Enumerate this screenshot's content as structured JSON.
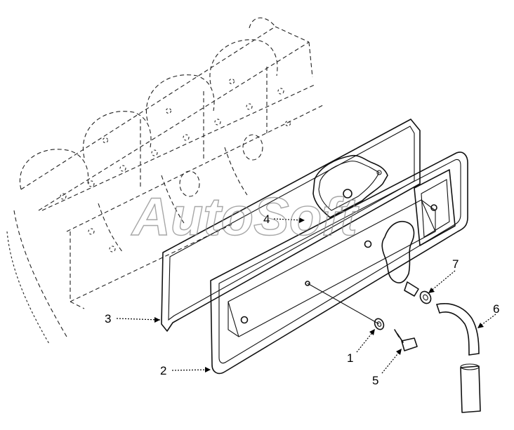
{
  "watermark": {
    "text": "AutoSoft"
  },
  "callouts": [
    {
      "id": "1",
      "label": "1"
    },
    {
      "id": "2",
      "label": "2"
    },
    {
      "id": "3",
      "label": "3"
    },
    {
      "id": "4",
      "label": "4"
    },
    {
      "id": "5",
      "label": "5"
    },
    {
      "id": "6",
      "label": "6"
    },
    {
      "id": "7",
      "label": "7"
    }
  ]
}
